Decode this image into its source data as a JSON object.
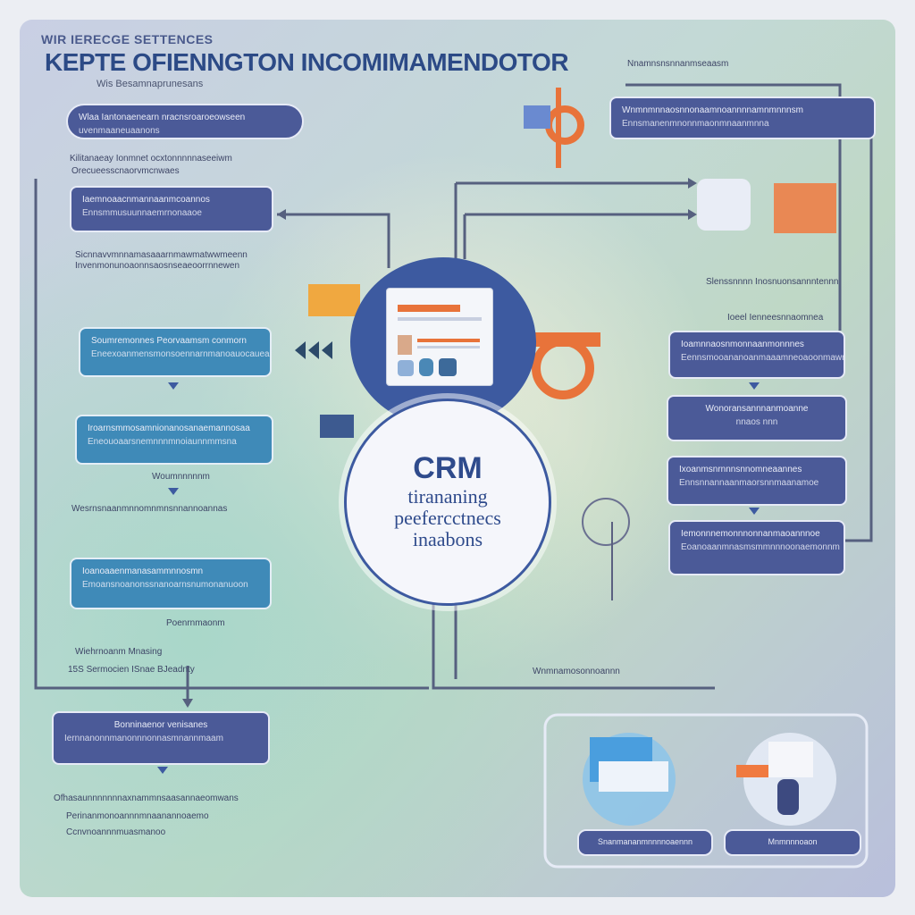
{
  "header": {
    "kicker": "WIR IERECGE SETTENCES",
    "title": "KEPTE OFIENNGTON INCOMIMAMENDOTOR",
    "subtitle": "Wis Besamnaprunesans"
  },
  "center": {
    "title": "CRM",
    "line1": "tirananing",
    "line2": "peefercctnecs",
    "line3": "inaabons"
  },
  "left_column": {
    "top_pill": {
      "l1": "Wlaa Iantonaenearn nracnsroaroeowseen",
      "l2": "uvenmaaneuaanons"
    },
    "note1": "Kilitanaeay Ionmnet ocxtonnnnnaseeiwm",
    "note2": "Orecueesscnaorvmcnwaes",
    "box1": {
      "l1": "Iaemnoaacnmannaanmcoannos",
      "l2": "Ennsmmusuunnaemrnonaaoe"
    },
    "note3": "Sicnnavvmnnamasaaarnmawmatwwmeenn",
    "note4": "Invenmonunoaonnsaosnseaeoorrnnewen",
    "box2": {
      "l1": "Soumremonnes  Peorvaamsm conmorn",
      "l2": "Eneexoanmensmonsoennarnmanoauocauean"
    },
    "box3": {
      "l1": "Iroarnsmmosamnionanosanaemannosaa",
      "l2": "Eneouoaarsnemnnnmnoiaunnmmsna"
    },
    "note5": "Woumnnnnnm",
    "note6": "Wesrnsnaanmnnomnmnsnnannoannas",
    "box4": {
      "l1": "Ioanoaaenmanasammnnosmn",
      "l2": "Emoansnoanonssnanoarnsnumonanuoon"
    },
    "note7": "Poenrnmaonm",
    "note8": "Wiehrnoanm Mnasing",
    "note9": "15S Sermocien ISnae BJeadnty",
    "bottom_box": {
      "l1": "Bonninaenor venisanes",
      "l2": "Iernnanonnmanonnnonnasmnannmaam"
    },
    "note10": "Ofhasaunnnnnnnaxnammnsaasannaeomwans",
    "note11": "Perinanmonoannnmnaanannoaemo",
    "note12": "Ccnvnoannnmuasmanoo"
  },
  "right_column": {
    "top_box": {
      "l1": "Wnmnmnnaosnnonaamnoannnnamnmnnnsm",
      "l2": "Ennsmanenmnonnmaonmnaanmnna"
    },
    "header_note": "Nnamnsnsnnanmseaasm",
    "note1": "Slenssnnnn Inosnuonsannntennn",
    "note2": "Ioeel Ienneesnnaomnea",
    "box1": {
      "l1": "Ioamnnaosnmonnaanmonnnes",
      "l2": "Eennsmooananoanmaaamneoaoonmawn"
    },
    "box2": {
      "l1": "Wonoransannnanmoanne",
      "l2": "nnaos nnn"
    },
    "box3": {
      "l1": "Ixoanmsnrnnnsnnomneaannes",
      "l2": "Ennsnnannaanmaorsnnmaanamoe"
    },
    "box4": {
      "l1": "Iemonnnemonnnonnanmaoannnoe",
      "l2": "Eoanoaanmnasmsmmnnnoonaemonnm"
    },
    "mid_note": "Wnmnamosonnoannn",
    "pill_left": "Snanmananmnnnnoaennn",
    "pill_right": "Mnmnnnoaon"
  },
  "colors": {
    "navy": "#4b5a98",
    "teal": "#3f8ab8",
    "accent": "#e8733a",
    "title": "#2c4a86"
  }
}
